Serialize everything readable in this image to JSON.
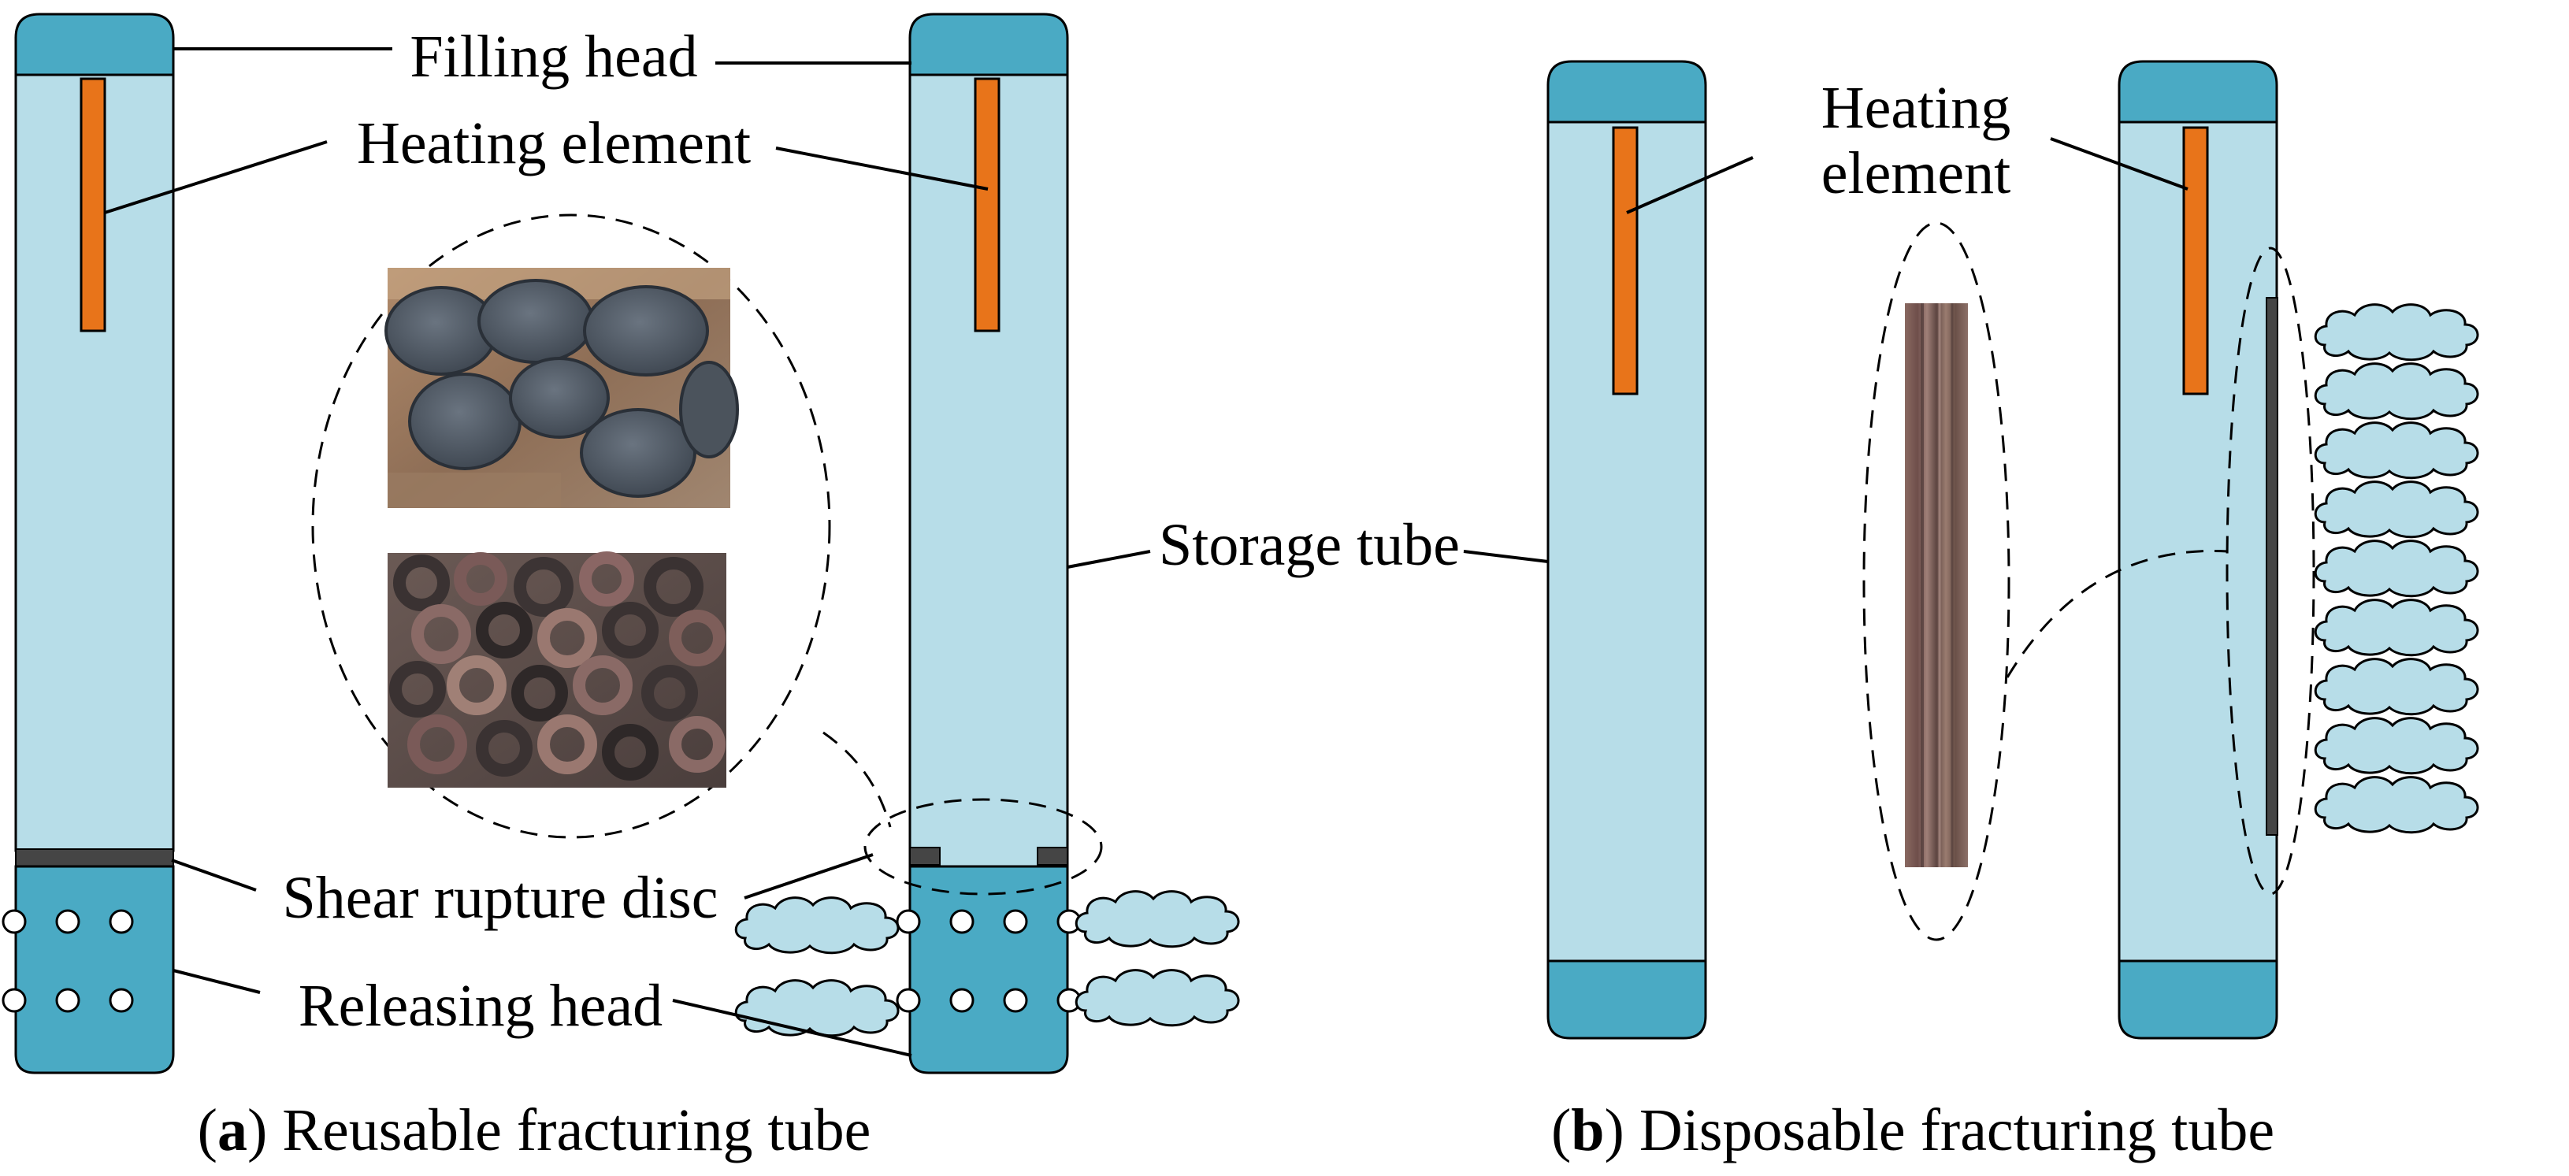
{
  "labels": {
    "filling_head": "Filling head",
    "heating_element_a": "Heating element",
    "storage_tube": "Storage tube",
    "shear_rupture_disc": "Shear rupture disc",
    "releasing_head": "Releasing head",
    "heating_element_b_line1": "Heating",
    "heating_element_b_line2": "element"
  },
  "captions": {
    "a_letter": "a",
    "a_text": " Reusable fracturing tube",
    "b_letter": "b",
    "b_text": " Disposable fracturing tube"
  },
  "colors": {
    "tube_body": "#b7dde8",
    "head": "#4aaac4",
    "heating_element": "#e8741a",
    "disc": "#454545",
    "cloud": "#b7dde8",
    "outline": "#000000"
  },
  "icons": {
    "released_gas": "cloud-icon",
    "disc_photo": "rupture-disc-photo",
    "ring_photo": "rupture-ring-photo",
    "strip_photo": "rupture-strip-photo"
  }
}
